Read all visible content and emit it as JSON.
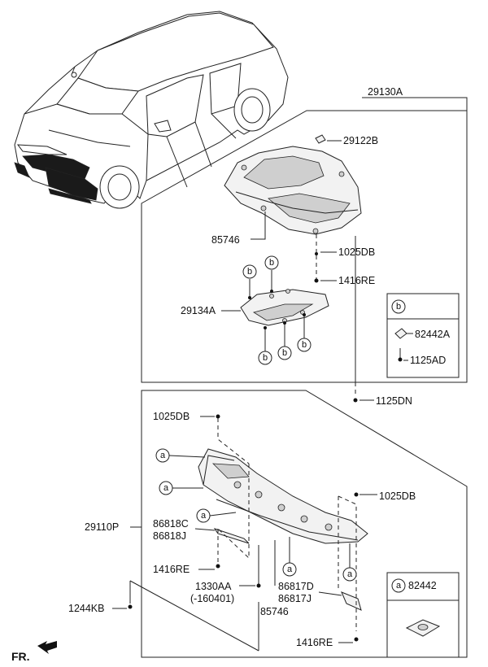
{
  "labels": {
    "p29130A": "29130A",
    "p29122B": "29122B",
    "p85746_top": "85746",
    "p1025DB_top": "1025DB",
    "p1416RE_top": "1416RE",
    "p29134A": "29134A",
    "p1125DN": "1125DN",
    "p1025DB_left": "1025DB",
    "p29110P": "29110P",
    "p86818C": "86818C",
    "p86818J": "86818J",
    "p1416RE_left": "1416RE",
    "p1330AA": "1330AA",
    "p1330AA_note": "(-160401)",
    "p86817D": "86817D",
    "p86817J": "86817J",
    "p85746_bottom": "85746",
    "p1025DB_right": "1025DB",
    "p1244KB": "1244KB",
    "p1416RE_bottom": "1416RE",
    "fr": "FR."
  },
  "legend_b": {
    "marker": "b",
    "items": [
      "82442A",
      "1125AD"
    ]
  },
  "legend_a": {
    "marker": "a",
    "item": "82442"
  },
  "markers": {
    "a": "a",
    "b": "b"
  }
}
